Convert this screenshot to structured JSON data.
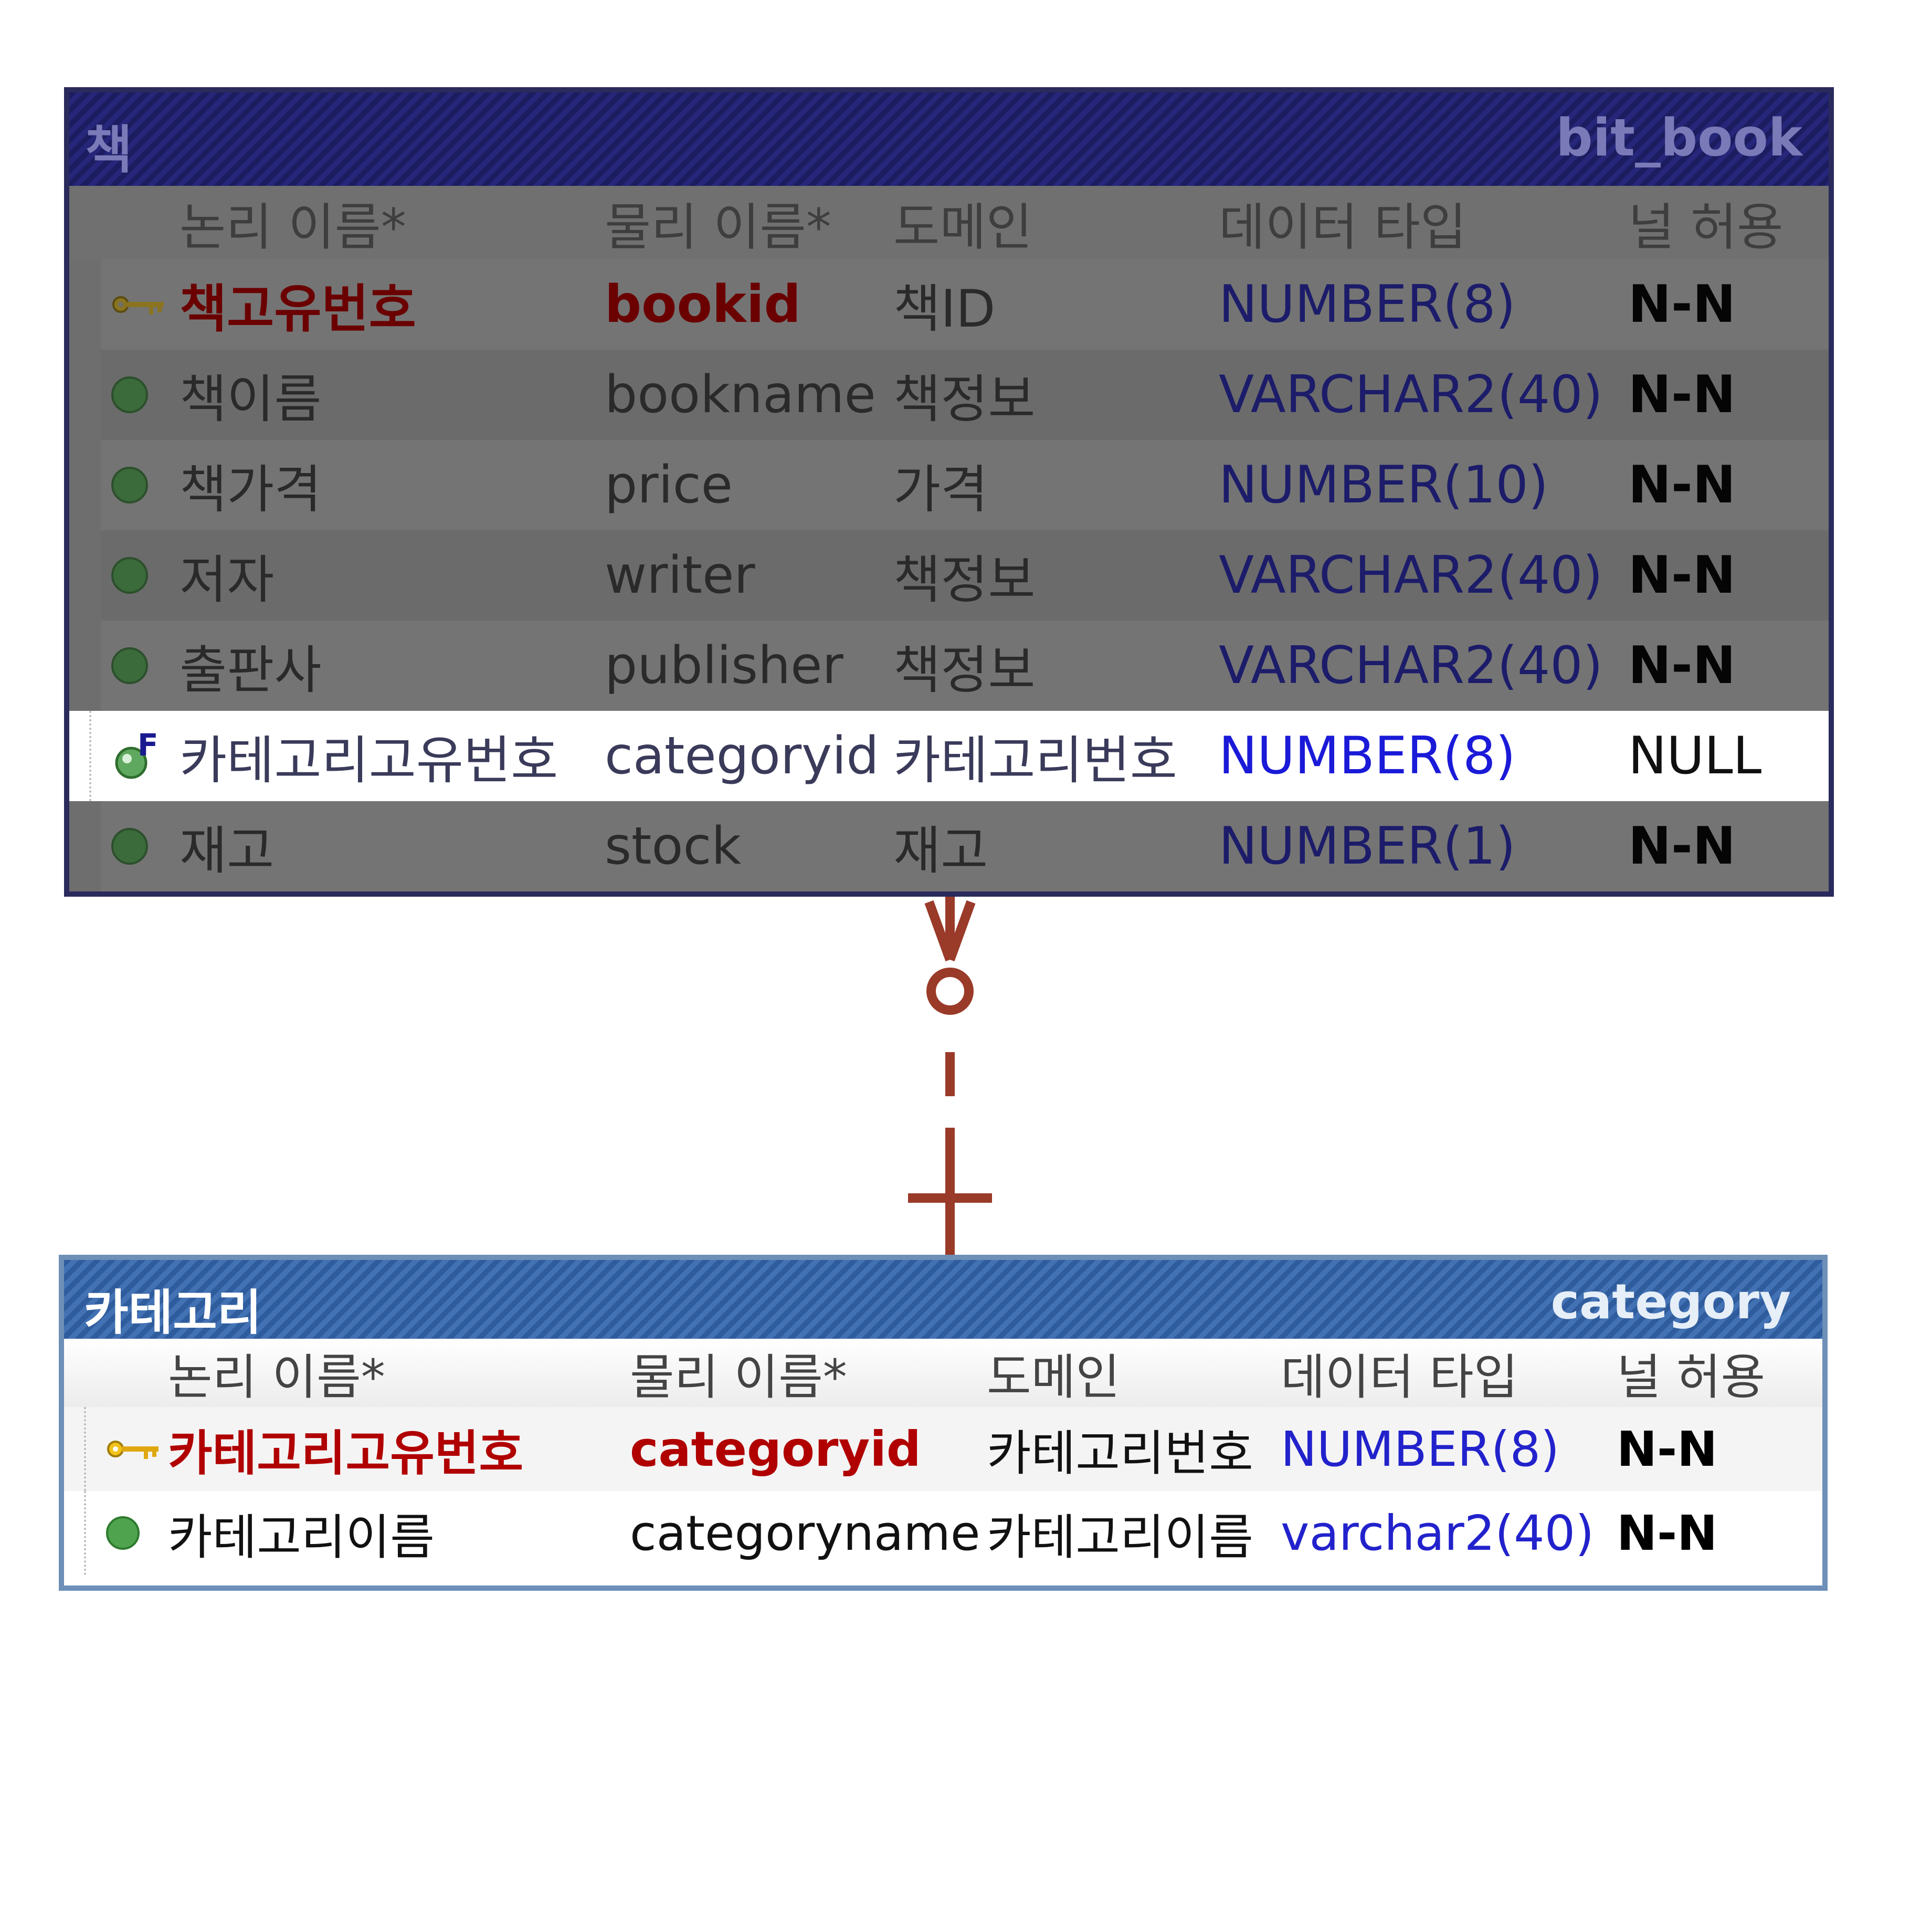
{
  "colors": {
    "book_title_bar": "#1c1c60",
    "book_body": "#6e6e6e",
    "category_title_bar": "#2f5c9c",
    "relationship_line": "#9a3a28",
    "pk_text": "#b00000",
    "type_text": "#2222cc"
  },
  "book": {
    "logical_name": "책",
    "physical_name": "bit_book",
    "headers": {
      "logical": "논리 이름*",
      "physical": "물리 이름*",
      "domain": "도메인",
      "type": "데이터 타입",
      "null": "널 허용"
    },
    "rows": [
      {
        "icon": "key-icon",
        "logical": "책고유번호",
        "physical": "bookid",
        "domain": "책ID",
        "type": "NUMBER(8)",
        "null": "N-N"
      },
      {
        "icon": "attribute-dot-icon",
        "logical": "책이름",
        "physical": "bookname",
        "domain": "책정보",
        "type": "VARCHAR2(40)",
        "null": "N-N"
      },
      {
        "icon": "attribute-dot-icon",
        "logical": "책가격",
        "physical": "price",
        "domain": "가격",
        "type": "NUMBER(10)",
        "null": "N-N"
      },
      {
        "icon": "attribute-dot-icon",
        "logical": "저자",
        "physical": "writer",
        "domain": "책정보",
        "type": "VARCHAR2(40)",
        "null": "N-N"
      },
      {
        "icon": "attribute-dot-icon",
        "logical": "출판사",
        "physical": "publisher",
        "domain": "책정보",
        "type": "VARCHAR2(40)",
        "null": "N-N"
      },
      {
        "icon": "foreign-key-icon",
        "logical": "카테고리고유번호",
        "physical": "categoryid",
        "domain": "카테고리번호",
        "type": "NUMBER(8)",
        "null": "NULL"
      },
      {
        "icon": "attribute-dot-icon",
        "logical": "재고",
        "physical": "stock",
        "domain": "재고",
        "type": "NUMBER(1)",
        "null": "N-N"
      }
    ]
  },
  "category": {
    "logical_name": "카테고리",
    "physical_name": "category",
    "headers": {
      "logical": "논리 이름*",
      "physical": "물리 이름*",
      "domain": "도메인",
      "type": "데이터 타입",
      "null": "널 허용"
    },
    "rows": [
      {
        "icon": "key-icon",
        "logical": "카테고리고유번호",
        "physical": "categoryid",
        "domain": "카테고리번호",
        "type": "NUMBER(8)",
        "null": "N-N"
      },
      {
        "icon": "attribute-dot-icon",
        "logical": "카테고리이름",
        "physical": "categoryname",
        "domain": "카테고리이름",
        "type": "varchar2(40)",
        "null": "N-N"
      }
    ]
  },
  "relationship": {
    "from": "bit_book",
    "to": "category",
    "child_cardinality": "zero-or-many",
    "parent_cardinality": "exactly-one",
    "line_style": "dashed"
  }
}
